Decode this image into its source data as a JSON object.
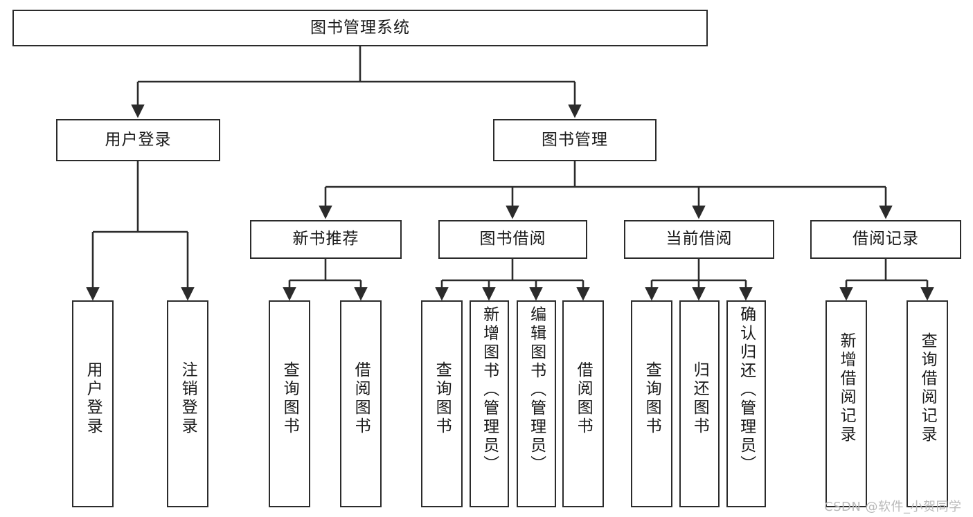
{
  "diagram": {
    "title": "图书管理系统",
    "type": "tree-hierarchy-chart",
    "watermark": "CSDN @软件_小贺同学",
    "colors": {
      "box_border": "#2b2b2b",
      "box_fill": "#ffffff",
      "edge": "#2b2b2b",
      "background": "#ffffff",
      "watermark": "#b9b9b9"
    },
    "nodes": {
      "root": {
        "label": "图书管理系统"
      },
      "level2": [
        {
          "id": "user-login",
          "label": "用户登录"
        },
        {
          "id": "book-management",
          "label": "图书管理"
        }
      ],
      "level3": [
        {
          "id": "new-book-recommend",
          "label": "新书推荐"
        },
        {
          "id": "book-borrow",
          "label": "图书借阅"
        },
        {
          "id": "current-borrow",
          "label": "当前借阅"
        },
        {
          "id": "borrow-record",
          "label": "借阅记录"
        }
      ],
      "leaves": {
        "user-login": [
          {
            "id": "leaf-user-login",
            "label": "用户登录"
          },
          {
            "id": "leaf-logout-login",
            "label": "注销登录"
          }
        ],
        "new-book-recommend": [
          {
            "id": "leaf-query-book-1",
            "label": "查询图书"
          },
          {
            "id": "leaf-borrow-book-1",
            "label": "借阅图书"
          }
        ],
        "book-borrow": [
          {
            "id": "leaf-query-book-2",
            "label": "查询图书"
          },
          {
            "id": "leaf-add-book",
            "label": "新增图书（管理员）"
          },
          {
            "id": "leaf-edit-book",
            "label": "编辑图书（管理员）"
          },
          {
            "id": "leaf-borrow-book-2",
            "label": "借阅图书"
          }
        ],
        "current-borrow": [
          {
            "id": "leaf-query-book-3",
            "label": "查询图书"
          },
          {
            "id": "leaf-return-book",
            "label": "归还图书"
          },
          {
            "id": "leaf-confirm-return",
            "label": "确认归还（管理员）"
          }
        ],
        "borrow-record": [
          {
            "id": "leaf-add-record",
            "label": "新增借阅记录"
          },
          {
            "id": "leaf-query-record",
            "label": "查询借阅记录"
          }
        ]
      }
    }
  }
}
